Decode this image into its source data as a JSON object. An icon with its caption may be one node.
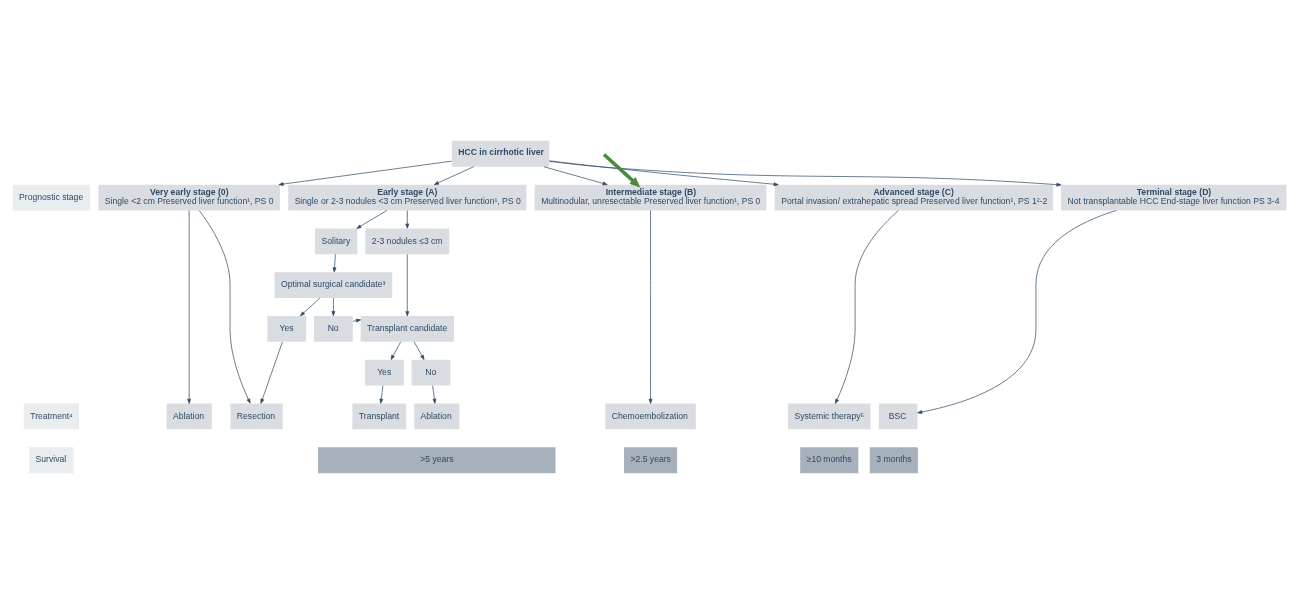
{
  "diagram": {
    "nodes": [
      {
        "text": [
          "HCC in cirrhotic liver"
        ]
      },
      {
        "text": [
          "Prognostic stage"
        ]
      },
      {
        "text": [
          "Very early stage (0)",
          "Single <2 cm Preserved liver function¹, PS 0"
        ]
      },
      {
        "text": [
          "Early stage (A)",
          "Single or 2-3 nodules <3 cm Preserved liver function¹, PS 0"
        ]
      },
      {
        "text": [
          "Intermediate stage (B)",
          "Multinodular, unresectable Preserved liver function¹, PS 0"
        ]
      },
      {
        "text": [
          "Advanced stage (C)",
          "Portal invasion/ extrahepatic spread Preserved liver function¹, PS 1²-2"
        ]
      },
      {
        "text": [
          "Terminal stage (D)",
          "Not transplantable HCC End-stage liver function PS 3-4"
        ]
      },
      {
        "text": [
          "Solitary"
        ]
      },
      {
        "text": [
          "2-3 nodules ≤3 cm"
        ]
      },
      {
        "text": [
          "Optimal surgical candidate³"
        ]
      },
      {
        "text": [
          "Yes"
        ]
      },
      {
        "text": [
          "No"
        ]
      },
      {
        "text": [
          "Transplant candidate"
        ]
      },
      {
        "text": [
          "Yes"
        ]
      },
      {
        "text": [
          "No"
        ]
      },
      {
        "text": [
          "Treatment⁴"
        ]
      },
      {
        "text": [
          "Ablation"
        ]
      },
      {
        "text": [
          "Resection"
        ]
      },
      {
        "text": [
          "Transplant"
        ]
      },
      {
        "text": [
          "Ablation"
        ]
      },
      {
        "text": [
          "Chemoembolization"
        ]
      },
      {
        "text": [
          "Systemic therapy⁵"
        ]
      },
      {
        "text": [
          "BSC"
        ]
      },
      {
        "text": [
          "Survival"
        ]
      },
      {
        "text": [
          ">5 years"
        ]
      },
      {
        "text": [
          ">2.5 years"
        ]
      },
      {
        "text": [
          "≥10 months"
        ]
      },
      {
        "text": [
          "3 months"
        ]
      }
    ],
    "edges": [
      {
        "from": 0,
        "to": 2,
        "arrow": "to"
      },
      {
        "from": 0,
        "to": 3,
        "arrow": "to"
      },
      {
        "from": 0,
        "to": 4,
        "arrow": "to"
      },
      {
        "from": 0,
        "to": 5,
        "arrow": "to"
      },
      {
        "from": 0,
        "to": 6,
        "arrow": "to"
      },
      {
        "from": 2,
        "to": 16,
        "arrow": "to"
      },
      {
        "from": 2,
        "to": 17,
        "arrow": "to"
      },
      {
        "from": 3,
        "to": 7,
        "arrow": "to"
      },
      {
        "from": 3,
        "to": 8,
        "arrow": "to"
      },
      {
        "from": 7,
        "to": 9,
        "arrow": "to"
      },
      {
        "from": 9,
        "to": 10,
        "arrow": "to"
      },
      {
        "from": 9,
        "to": 11,
        "arrow": "to"
      },
      {
        "from": 11,
        "to": 12,
        "arrow": "to"
      },
      {
        "from": 8,
        "to": 12,
        "arrow": "to"
      },
      {
        "from": 12,
        "to": 13,
        "arrow": "to"
      },
      {
        "from": 12,
        "to": 14,
        "arrow": "to"
      },
      {
        "from": 10,
        "to": 17,
        "arrow": "to"
      },
      {
        "from": 13,
        "to": 18,
        "arrow": "to"
      },
      {
        "from": 14,
        "to": 19,
        "arrow": "to"
      },
      {
        "from": 4,
        "to": 20,
        "arrow": "to"
      },
      {
        "from": 5,
        "to": 21,
        "arrow": "to"
      },
      {
        "from": 6,
        "to": 22,
        "arrow": "to"
      },
      {
        "from": null,
        "to": 4,
        "arrow": "to",
        "style": "thick",
        "color": "#4a8a3e"
      }
    ]
  }
}
